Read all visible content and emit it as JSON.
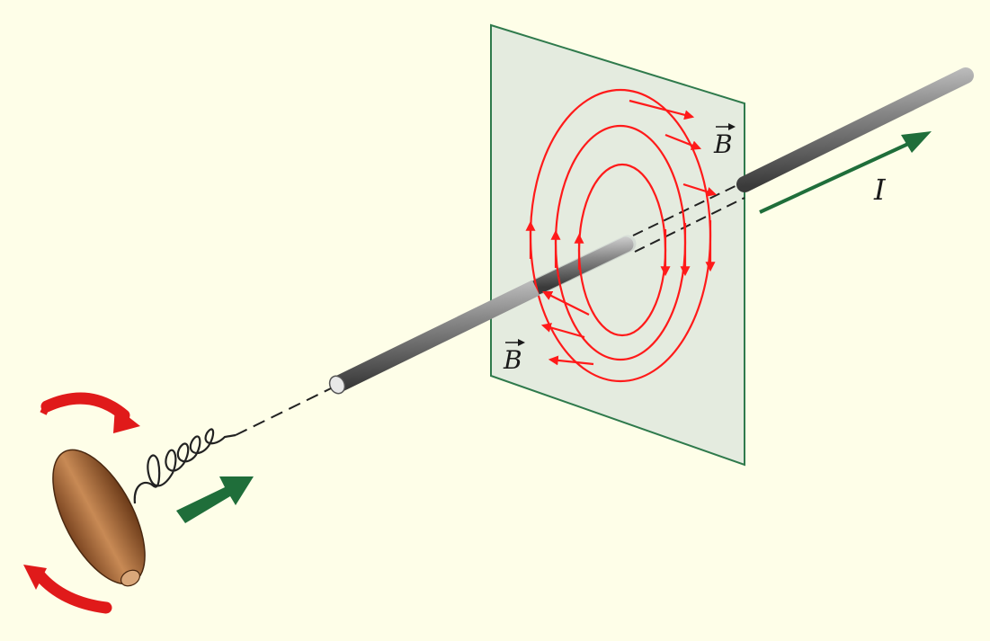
{
  "labels": {
    "field_upper": "B",
    "field_lower": "B",
    "current": "I"
  },
  "colors": {
    "background": "#fefee8",
    "plane": "#dde6dd",
    "plane_edge": "#2f7a4c",
    "field_lines": "#ff1a1a",
    "wire": "#555555",
    "current_arrow": "#1f6e3a",
    "push_arrow": "#1f6e3a",
    "rotation_arrows": "#e01a1a",
    "screwdriver_handle": "#a8683a"
  },
  "icons": {
    "handle": "screwdriver-handle",
    "spring": "corkscrew-spring",
    "rotation": "curved-rotation-arrow",
    "push": "thrust-arrow"
  }
}
